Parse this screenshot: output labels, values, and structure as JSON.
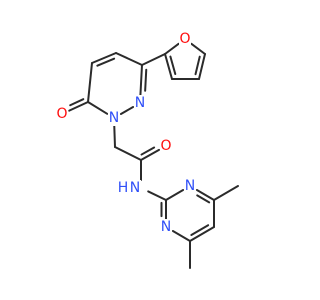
{
  "molecule": {
    "atom_colors": {
      "O": "#ff0d0d",
      "N": "#3050f8",
      "C": "#2b2b2b"
    },
    "atom_labels": [
      {
        "id": "furan-oxygen",
        "text": "O",
        "element": "O"
      },
      {
        "id": "carbonyl-oxygen-ring",
        "text": "O",
        "element": "O"
      },
      {
        "id": "ring-nitrogen-1",
        "text": "N",
        "element": "N"
      },
      {
        "id": "ring-nitrogen-2",
        "text": "N",
        "element": "N"
      },
      {
        "id": "amide-oxygen",
        "text": "O",
        "element": "O"
      },
      {
        "id": "amide-nh",
        "text": "H",
        "element": "N"
      },
      {
        "id": "amide-n",
        "text": "N",
        "element": "N"
      },
      {
        "id": "pyrimidine-nitrogen-1",
        "text": "N",
        "element": "N"
      },
      {
        "id": "pyrimidine-nitrogen-2",
        "text": "N",
        "element": "N"
      }
    ]
  }
}
